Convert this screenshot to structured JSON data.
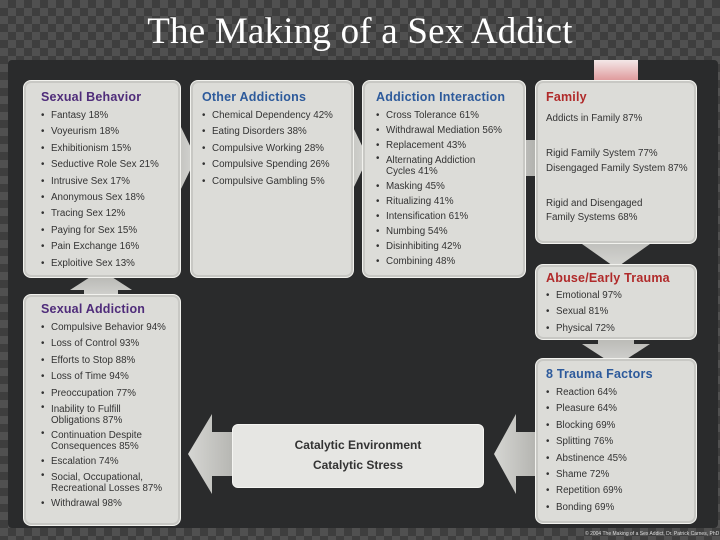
{
  "slide": {
    "title": "The Making of a Sex Addict"
  },
  "boxes": {
    "sexual_behavior": {
      "title": "Sexual Behavior",
      "items": [
        "Fantasy 18%",
        "Voyeurism 18%",
        "Exhibitionism 15%",
        "Seductive Role Sex 21%",
        "Intrusive Sex 17%",
        "Anonymous Sex 18%",
        "Tracing Sex 12%",
        "Paying for Sex 15%",
        "Pain Exchange 16%",
        "Exploitive Sex 13%"
      ]
    },
    "other_addictions": {
      "title": "Other Addictions",
      "items": [
        "Chemical Dependency 42%",
        "Eating Disorders 38%",
        "Compulsive Working 28%",
        "Compulsive Spending 26%",
        "Compulsive Gambling 5%"
      ]
    },
    "addiction_interaction": {
      "title": "Addiction Interaction",
      "items": [
        "Cross Tolerance 61%",
        "Withdrawal Mediation 56%",
        "Replacement 43%",
        "Alternating Addiction",
        "Masking 45%",
        "Ritualizing 41%",
        "Intensification 61%",
        "Numbing 54%",
        "Disinhibiting 42%",
        "Combining 48%"
      ],
      "item_cont": "Cycles 41%"
    },
    "family": {
      "title": "Family",
      "line1": "Addicts in Family 87%",
      "line2": "Rigid Family System 77%",
      "line3": "Disengaged Family System 87%",
      "line4": "Rigid and Disengaged",
      "line5": "Family Systems 68%"
    },
    "abuse_trauma": {
      "title": "Abuse/Early Trauma",
      "items": [
        "Emotional 97%",
        "Sexual 81%",
        "Physical 72%"
      ]
    },
    "trauma_factors": {
      "title": "8 Trauma Factors",
      "items": [
        "Reaction 64%",
        "Pleasure 64%",
        "Blocking 69%",
        "Splitting 76%",
        "Abstinence 45%",
        "Shame 72%",
        "Repetition 69%",
        "Bonding 69%"
      ]
    },
    "sexual_addiction": {
      "title": "Sexual Addiction",
      "items": [
        "Compulsive Behavior 94%",
        "Loss of Control 93%",
        "Efforts to Stop 88%",
        "Loss of Time 94%",
        "Preoccupation 77%",
        "Inability to Fulfill",
        "Continuation Despite",
        "Escalation 74%",
        "Social, Occupational,",
        "Withdrawal 98%"
      ],
      "cont": {
        "inability": "Obligations 87%",
        "continuation": "Consequences 85%",
        "social": "Recreational Losses 87%"
      }
    },
    "catalytic": {
      "line1": "Catalytic Environment",
      "line2": "Catalytic Stress"
    }
  },
  "footer": {
    "copyright": "© 2004 The Making of a Sex Addict, Dr. Patrick Carnes, PhD"
  },
  "colors": {
    "purple_title": "#4f2c7a",
    "blue_title": "#2d5a9b",
    "red_title": "#b02a2a",
    "red_arrow": "#c0282d"
  }
}
